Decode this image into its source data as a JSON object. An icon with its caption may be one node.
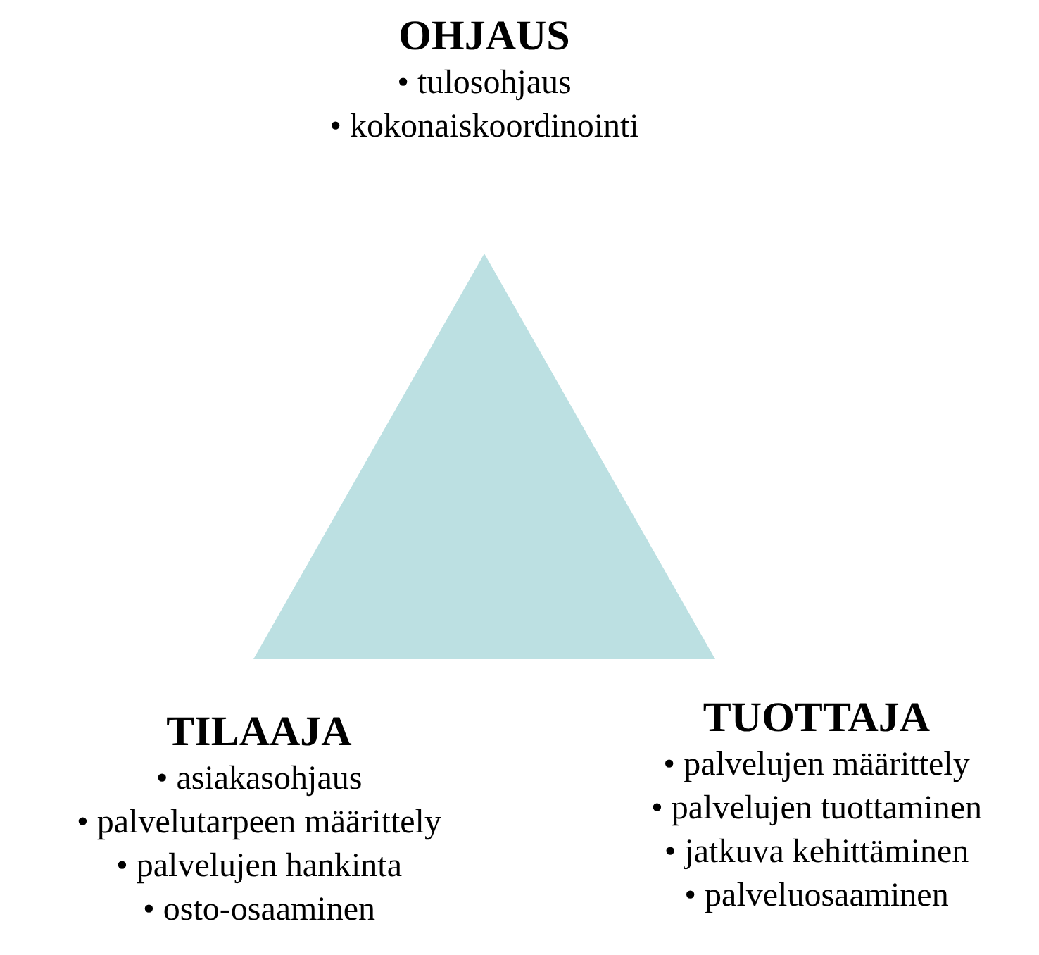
{
  "diagram": {
    "nodes": [
      {
        "text": [],
        "shape": "triangle"
      }
    ],
    "labels": [
      "OHJAUS",
      "• tulosohjaus",
      "• kokonaiskoordinointi",
      "TILAAJA",
      "• asiakasohjaus",
      "• palvelutarpeen määrittely",
      "• palvelujen hankinta",
      "• osto-osaaminen",
      "TUOTTAJA",
      "• palvelujen määrittely",
      "• palvelujen tuottaminen",
      "• jatkuva kehittäminen",
      "• palveluosaaminen"
    ]
  }
}
